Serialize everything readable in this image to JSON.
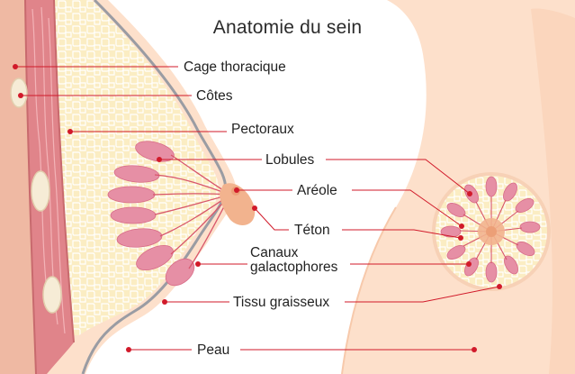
{
  "title": "Anatomie du sein",
  "labels": {
    "cage_thoracique": "Cage thoracique",
    "cotes": "Côtes",
    "pectoraux": "Pectoraux",
    "lobules": "Lobules",
    "areole": "Aréole",
    "teton": "Téton",
    "canaux_line1": "Canaux",
    "canaux_line2": "galactophores",
    "tissu_graisseux": "Tissu graisseux",
    "peau": "Peau"
  },
  "colors": {
    "skin": "#fde0cb",
    "skin_shade": "#f7cdb0",
    "fat": "#fbedc3",
    "fat_cells": "#ffffff",
    "rib_cage": "#efb9a3",
    "muscle": "#e0848a",
    "lobule": "#e68fa5",
    "duct": "#d8566b",
    "leader_line": "#d11a2a"
  }
}
